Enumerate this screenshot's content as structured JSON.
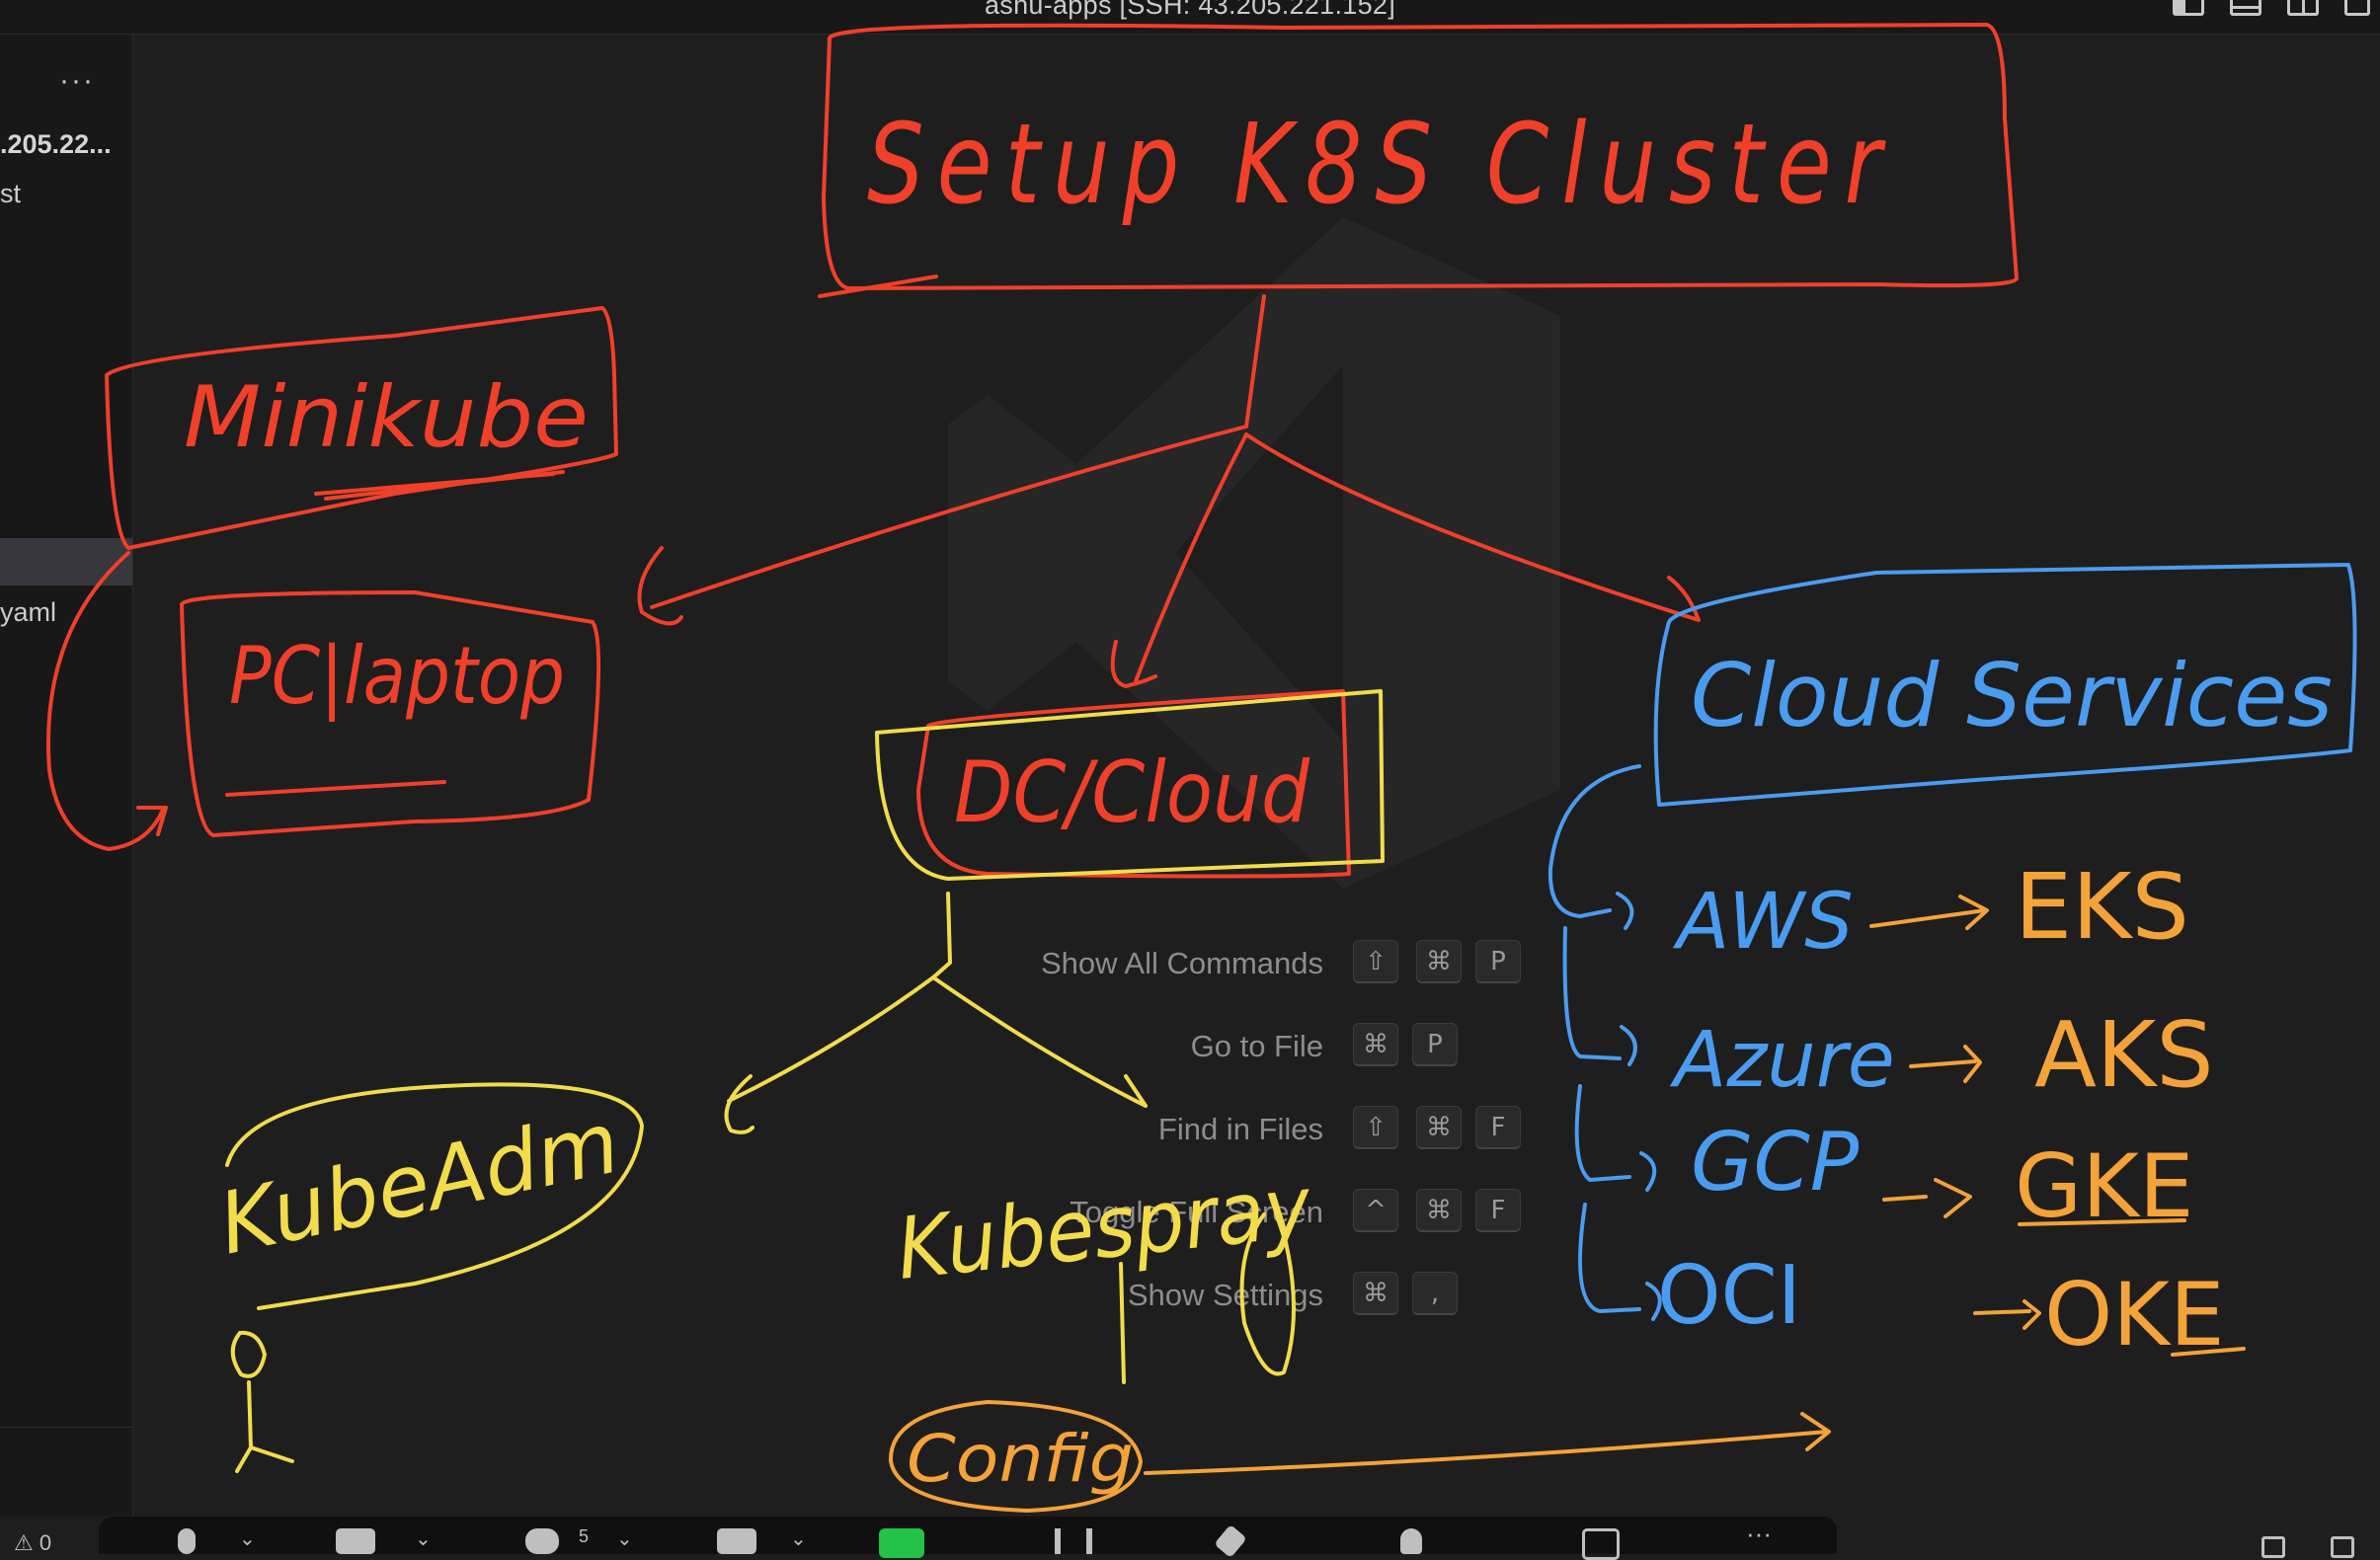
{
  "window": {
    "title": "ashu-apps [SSH: 43.205.221.152]"
  },
  "sidebar": {
    "more": "···",
    "host_label": ".205.22...",
    "item2": "st",
    "item3": "yaml"
  },
  "command_palette": [
    {
      "label": "Show All Commands",
      "keys": [
        "⇧",
        "⌘",
        "P"
      ]
    },
    {
      "label": "Go to File",
      "keys": [
        "⌘",
        "P"
      ]
    },
    {
      "label": "Find in Files",
      "keys": [
        "⇧",
        "⌘",
        "F"
      ]
    },
    {
      "label": "Toggle Full Screen",
      "keys": [
        "^",
        "⌘",
        "F"
      ]
    },
    {
      "label": "Show Settings",
      "keys": [
        "⌘",
        ","
      ]
    }
  ],
  "annotations": {
    "title": "Setup K8S Cluster",
    "minikube": "Minikube",
    "pc_laptop": "PC|laptop",
    "dc_cloud": "DC/Cloud",
    "cloud_services": "Cloud Services",
    "kubeadm": "KubeAdm",
    "kubespray": "Kubespray",
    "config": "Config",
    "providers": [
      {
        "name": "AWS",
        "service": "EKS"
      },
      {
        "name": "Azure",
        "service": "AKS"
      },
      {
        "name": "GCP",
        "service": "GKE"
      },
      {
        "name": "OCI",
        "service": "OKE"
      }
    ]
  },
  "toolbar": {
    "participants": "5"
  },
  "colors": {
    "red": "#f0402a",
    "yellow": "#f2dc4c",
    "blue": "#4a9cf0",
    "orange": "#f4a23a",
    "background": "#1e1e1e"
  }
}
